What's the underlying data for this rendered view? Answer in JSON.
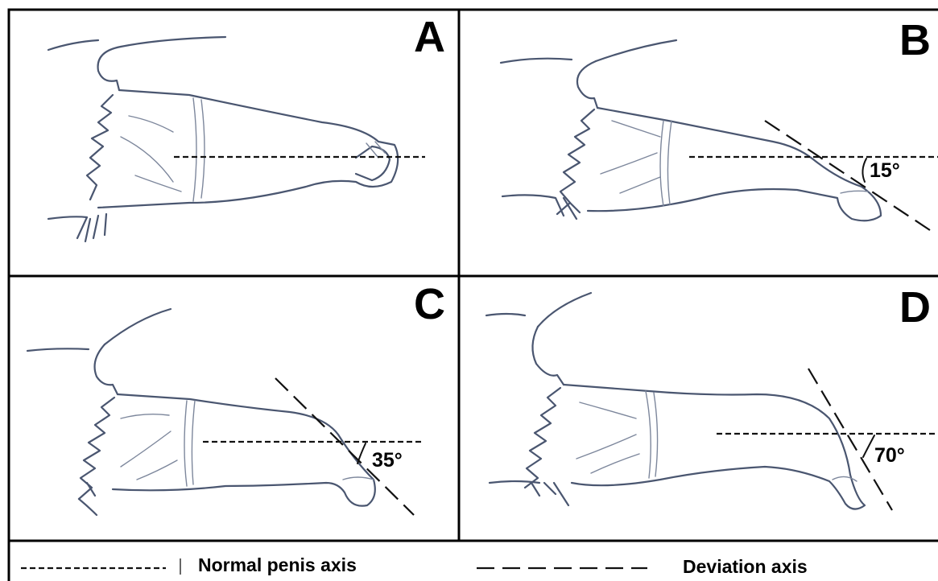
{
  "panels": [
    {
      "letter": "A",
      "angle_label": ""
    },
    {
      "letter": "B",
      "angle_label": "15°"
    },
    {
      "letter": "C",
      "angle_label": "35°"
    },
    {
      "letter": "D",
      "angle_label": "70°"
    }
  ],
  "legend": {
    "normal_axis_label": "Normal penis axis",
    "deviation_axis_label": "Deviation axis"
  },
  "colors": {
    "sketch_stroke": "#4a5670",
    "axis_stroke": "#111111",
    "frame": "#000000"
  }
}
